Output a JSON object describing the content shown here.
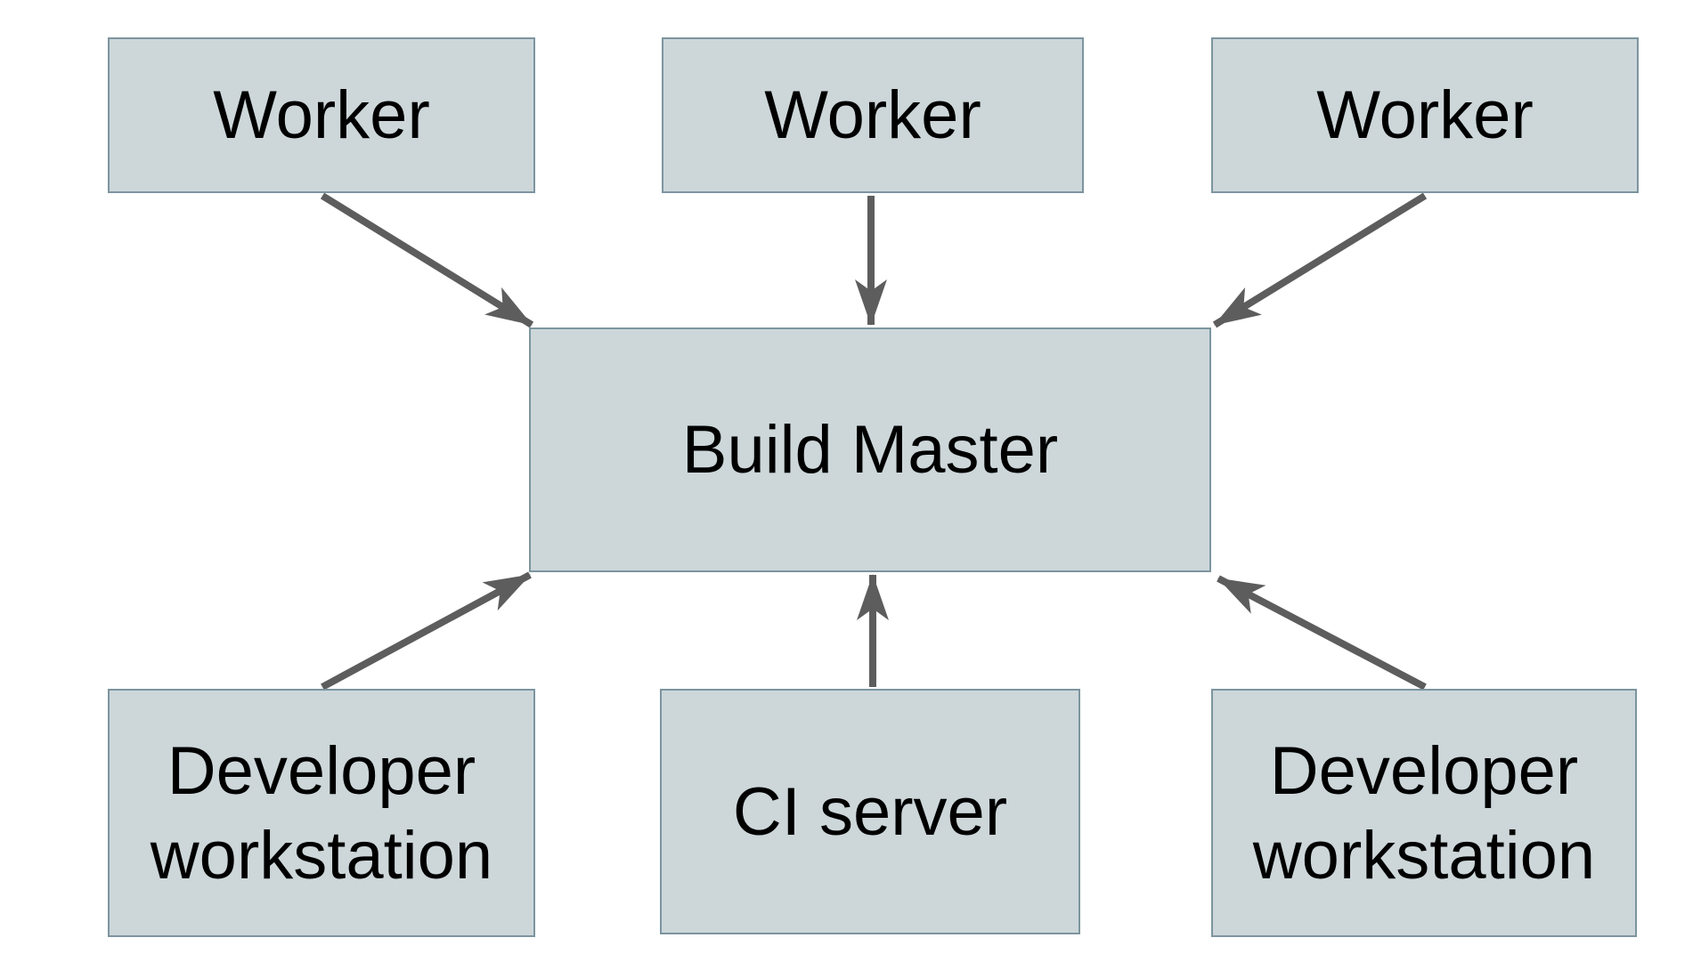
{
  "diagram": {
    "nodes": {
      "worker_left": {
        "label": "Worker"
      },
      "worker_center": {
        "label": "Worker"
      },
      "worker_right": {
        "label": "Worker"
      },
      "build_master": {
        "label": "Build Master"
      },
      "dev_ws_left": {
        "label": "Developer workstation"
      },
      "ci_server": {
        "label": "CI server"
      },
      "dev_ws_right": {
        "label": "Developer workstation"
      }
    },
    "edges": [
      {
        "from": "worker_left",
        "to": "build_master"
      },
      {
        "from": "worker_center",
        "to": "build_master"
      },
      {
        "from": "worker_right",
        "to": "build_master"
      },
      {
        "from": "dev_ws_left",
        "to": "build_master"
      },
      {
        "from": "ci_server",
        "to": "build_master"
      },
      {
        "from": "dev_ws_right",
        "to": "build_master"
      }
    ],
    "colors": {
      "background": "#ffffff",
      "node_fill": "#cdd7da",
      "node_border": "#7c959f",
      "arrow": "#5d5d5d",
      "text": "#000000"
    }
  }
}
